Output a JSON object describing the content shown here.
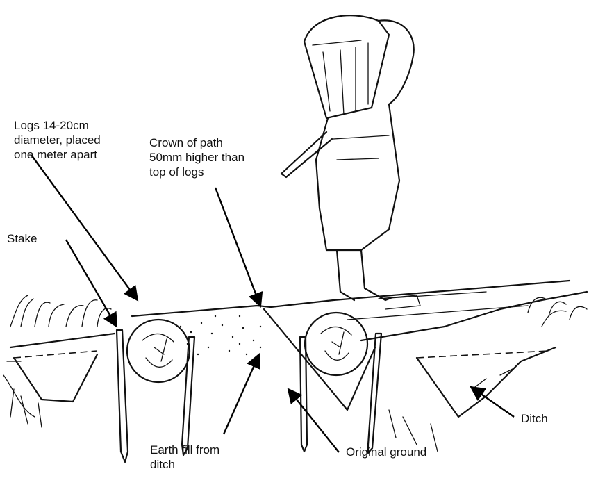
{
  "labels": {
    "logs": [
      "Logs 14-20cm",
      "diameter, placed",
      "one meter apart"
    ],
    "crown": [
      "Crown of path",
      "50mm higher than",
      "top of logs"
    ],
    "stake": "Stake",
    "ditch": "Ditch",
    "earth_fill": [
      "Earth fill from",
      "ditch"
    ],
    "original_ground": "Original ground"
  }
}
